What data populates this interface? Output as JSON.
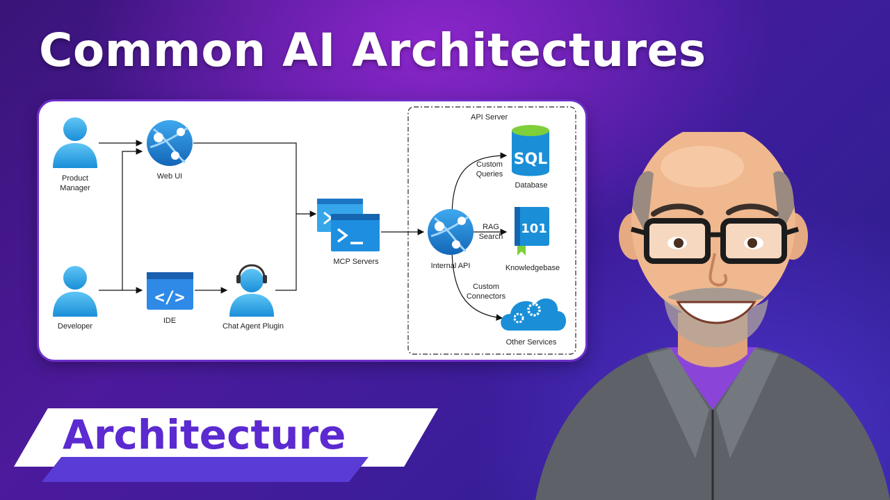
{
  "title": "Common AI Architectures",
  "banner": {
    "label": "Architecture"
  },
  "diagram": {
    "group_label": "API Server",
    "nodes": {
      "product_manager": [
        "Product",
        "Manager"
      ],
      "developer": "Developer",
      "web_ui": "Web UI",
      "ide": "IDE",
      "chat_agent_plugin": "Chat Agent Plugin",
      "mcp_servers": "MCP Servers",
      "internal_api": "Internal API",
      "database": "Database",
      "knowledgebase": "Knowledgebase",
      "other_services": "Other Services"
    },
    "edges": {
      "custom_queries": [
        "Custom",
        "Queries"
      ],
      "rag_search": [
        "RAG",
        "Search"
      ],
      "custom_connectors": [
        "Custom",
        "Connectors"
      ]
    },
    "icons": {
      "sql": "SQL",
      "book": "101"
    }
  },
  "colors": {
    "azure": "#1a8fd8",
    "azure_light": "#50b8f0",
    "banner_purple": "#5a3bd6",
    "text_purple": "#5b2ad0"
  }
}
